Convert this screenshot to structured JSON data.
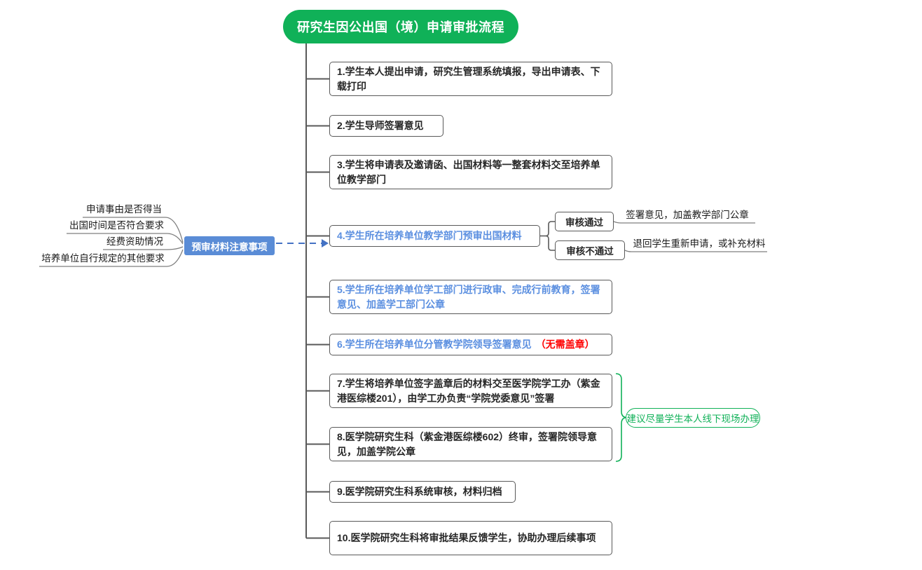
{
  "title": "研究生因公出国（境）申请审批流程",
  "steps": [
    {
      "text": "1.学生本人提出申请，研究生管理系统填报，导出申请表、下载打印"
    },
    {
      "text": "2.学生导师签署意见"
    },
    {
      "text": "3.学生将申请表及邀请函、出国材料等一整套材料交至培养单位教学部门"
    },
    {
      "text": "4.学生所在培养单位教学部门预审出国材料"
    },
    {
      "text": "5.学生所在培养单位学工部门进行政审、完成行前教育，签署意见、加盖学工部门公章"
    },
    {
      "text": "6.学生所在培养单位分管教学院领导签署意见",
      "note": "（无需盖章）"
    },
    {
      "text": "7.学生将培养单位签字盖章后的材料交至医学院学工办（紫金港医综楼201），由学工办负责“学院党委意见”签署"
    },
    {
      "text": "8.医学院研究生科（紫金港医综楼602）终审，签署院领导意见，加盖学院公章"
    },
    {
      "text": "9.医学院研究生科系统审核，材料归档"
    },
    {
      "text": "10.医学院研究生科将审批结果反馈学生，协助办理后续事项"
    }
  ],
  "precheck": {
    "label": "预审材料注意事项",
    "items": [
      "申请事由是否得当",
      "出国时间是否符合要求",
      "经费资助情况",
      "培养单位自行规定的其他要求"
    ]
  },
  "review": {
    "pass": {
      "label": "审核通过",
      "result": "签署意见，加盖教学部门公章"
    },
    "fail": {
      "label": "审核不通过",
      "result": "退回学生重新申请，或补充材料"
    }
  },
  "suggestion": "建议尽量学生本人线下现场办理",
  "colors": {
    "green": "#10B158",
    "blue_text": "#5B8FE0",
    "blue_fill": "#5A8CD6",
    "arrow_blue": "#4472C4",
    "red": "#FF0000",
    "border_gray": "#595959",
    "line_gray": "#7F7F7F"
  }
}
